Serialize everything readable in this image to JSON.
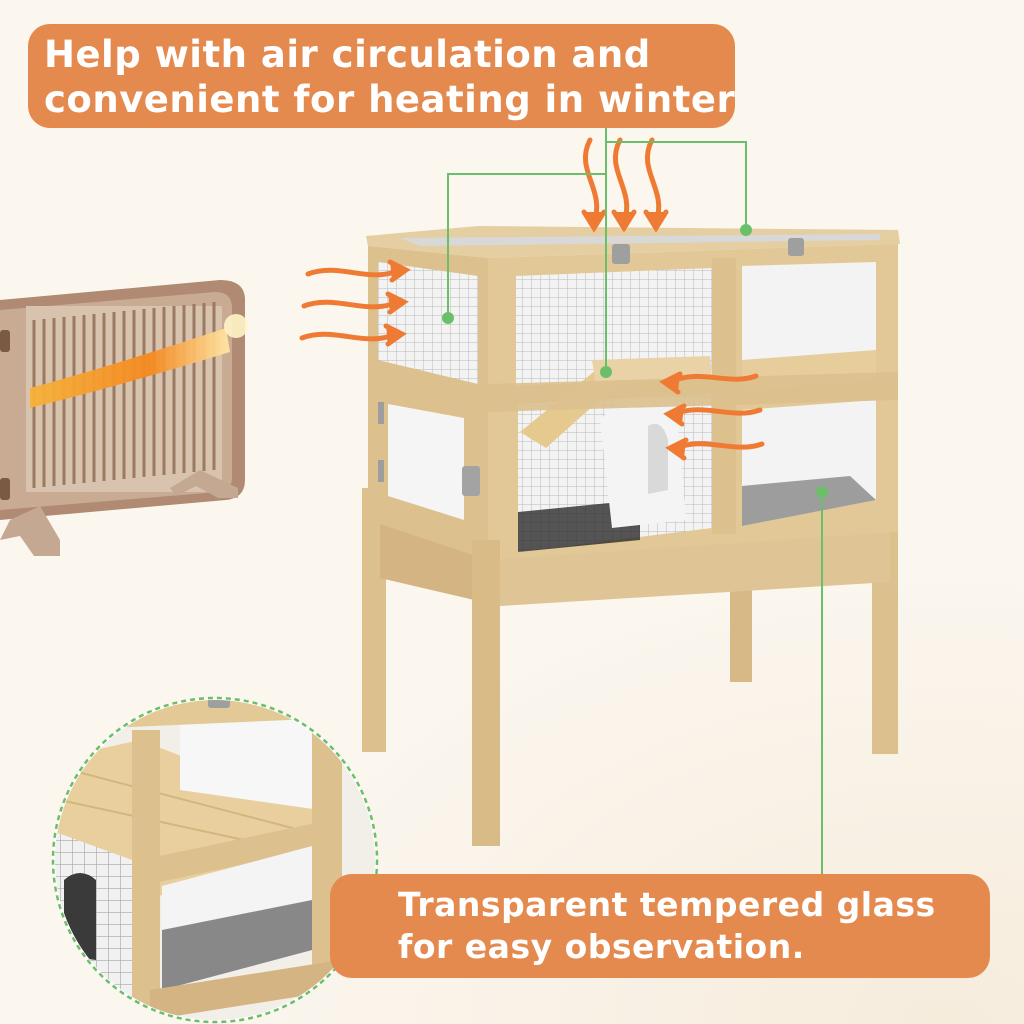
{
  "callouts": {
    "top": {
      "line1": "Help with air circulation and",
      "line2": "convenient for heating in winter"
    },
    "bottom": {
      "line1": "Transparent tempered glass",
      "line2": "for easy observation."
    }
  },
  "colors": {
    "background": "#fbf6ee",
    "banner": "#e58a4e",
    "airflow_arrows": "#ef7a33",
    "pointer_lines": "#6cbf6a",
    "wood": "#dcc08e"
  },
  "icons": [
    "heater-illustration",
    "airflow-arrow-icon",
    "pointer-dot-icon",
    "zoom-detail-lens"
  ]
}
